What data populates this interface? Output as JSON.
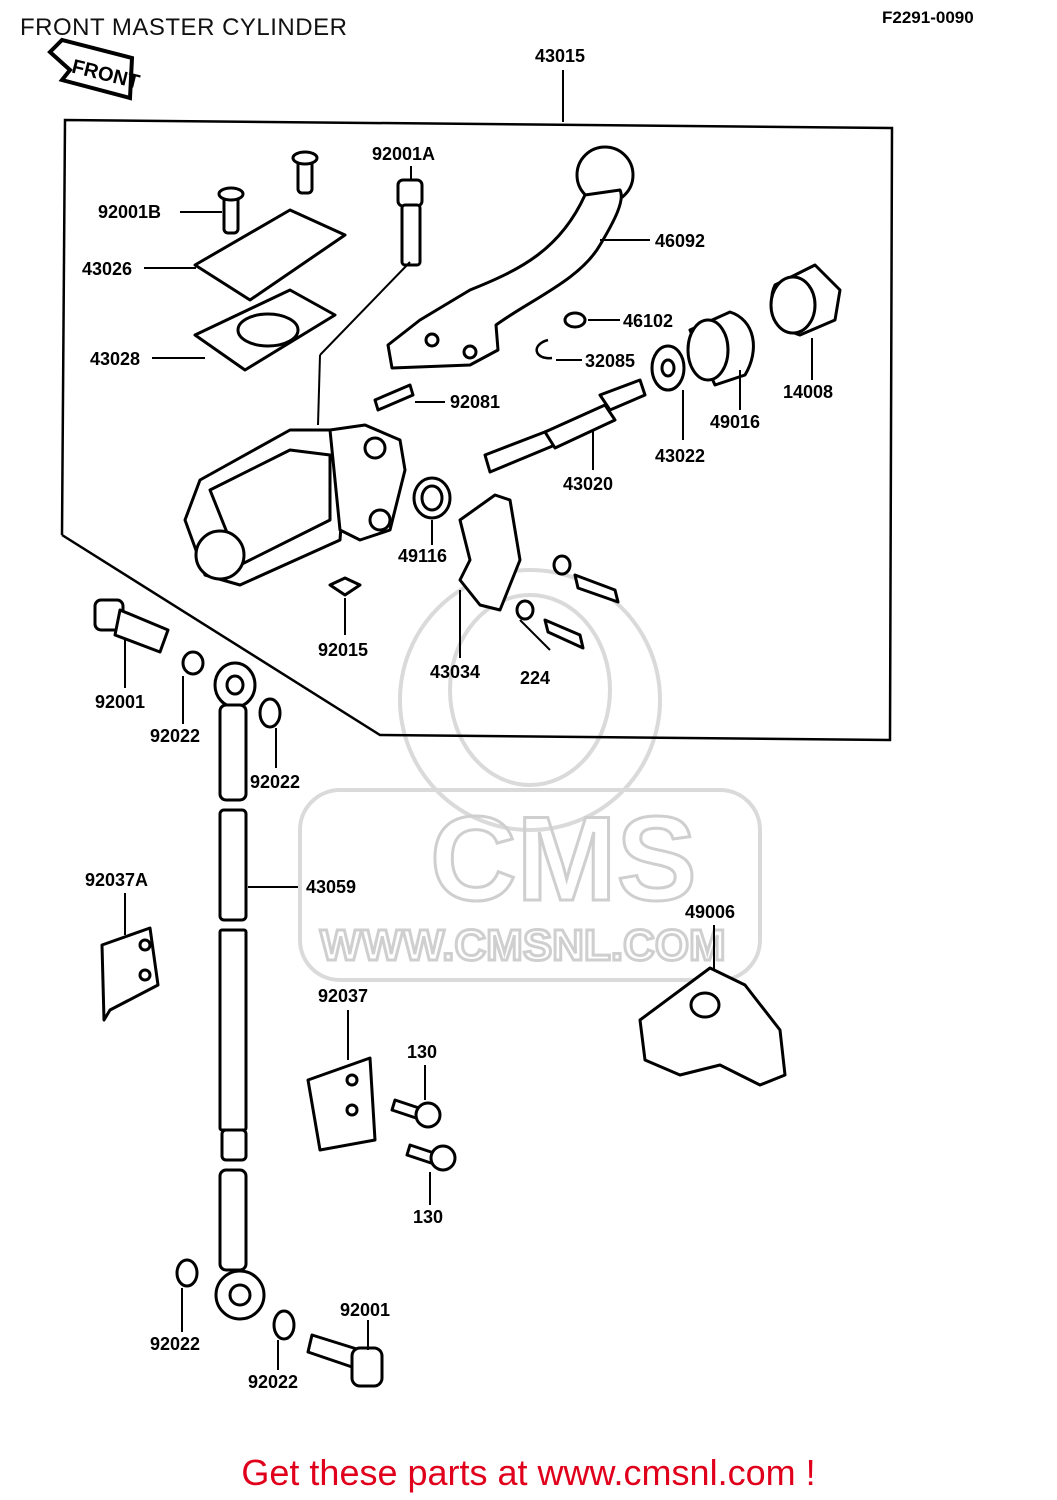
{
  "header": {
    "title": "FRONT MASTER CYLINDER",
    "diagram_code": "F2291-0090"
  },
  "front_badge": "FRONT",
  "watermark": {
    "brand": "CMS",
    "url": "WWW.CMSNL.COM"
  },
  "parts": {
    "p43015": "43015",
    "p92001A": "92001A",
    "p92001B": "92001B",
    "p43026": "43026",
    "p43028": "43028",
    "p46092": "46092",
    "p46102": "46102",
    "p32085": "32085",
    "p14008": "14008",
    "p92081": "92081",
    "p49016": "49016",
    "p43022": "43022",
    "p43020": "43020",
    "p49116": "49116",
    "p92015": "92015",
    "p43034": "43034",
    "p224": "224",
    "p92001_top": "92001",
    "p92022_a": "92022",
    "p92022_b": "92022",
    "p43059": "43059",
    "p92037A": "92037A",
    "p49006": "49006",
    "p92037": "92037",
    "p130_a": "130",
    "p130_b": "130",
    "p92001_bottom": "92001",
    "p92022_c": "92022",
    "p92022_d": "92022"
  },
  "footer": {
    "cta": "Get these parts at www.cmsnl.com !"
  },
  "colors": {
    "cta": "#e0001b",
    "watermark": "#cfcfcf",
    "line": "#000000"
  }
}
